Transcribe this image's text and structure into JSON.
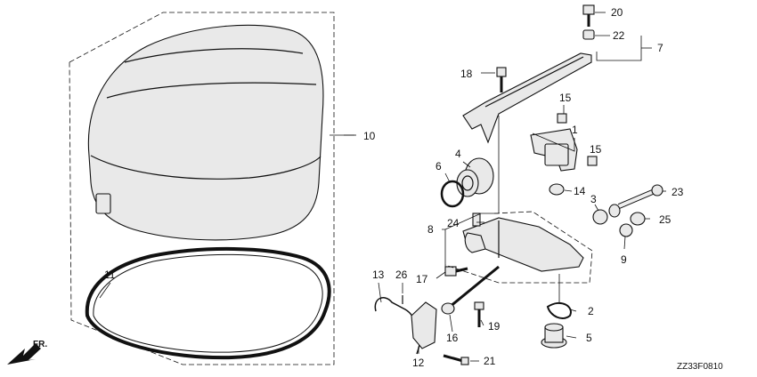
{
  "diagram": {
    "drawing_code": "ZZ33F0810",
    "direction_label": "FR.",
    "callouts": {
      "c1": "1",
      "c2": "2",
      "c3": "3",
      "c4": "4",
      "c5": "5",
      "c6": "6",
      "c7": "7",
      "c8": "8",
      "c9": "9",
      "c10": "10",
      "c11": "11",
      "c12": "12",
      "c13": "13",
      "c14": "14",
      "c15a": "15",
      "c15b": "15",
      "c16": "16",
      "c17": "17",
      "c18": "18",
      "c19": "19",
      "c20": "20",
      "c21": "21",
      "c22": "22",
      "c23": "23",
      "c24": "24",
      "c25": "25",
      "c26": "26"
    }
  }
}
